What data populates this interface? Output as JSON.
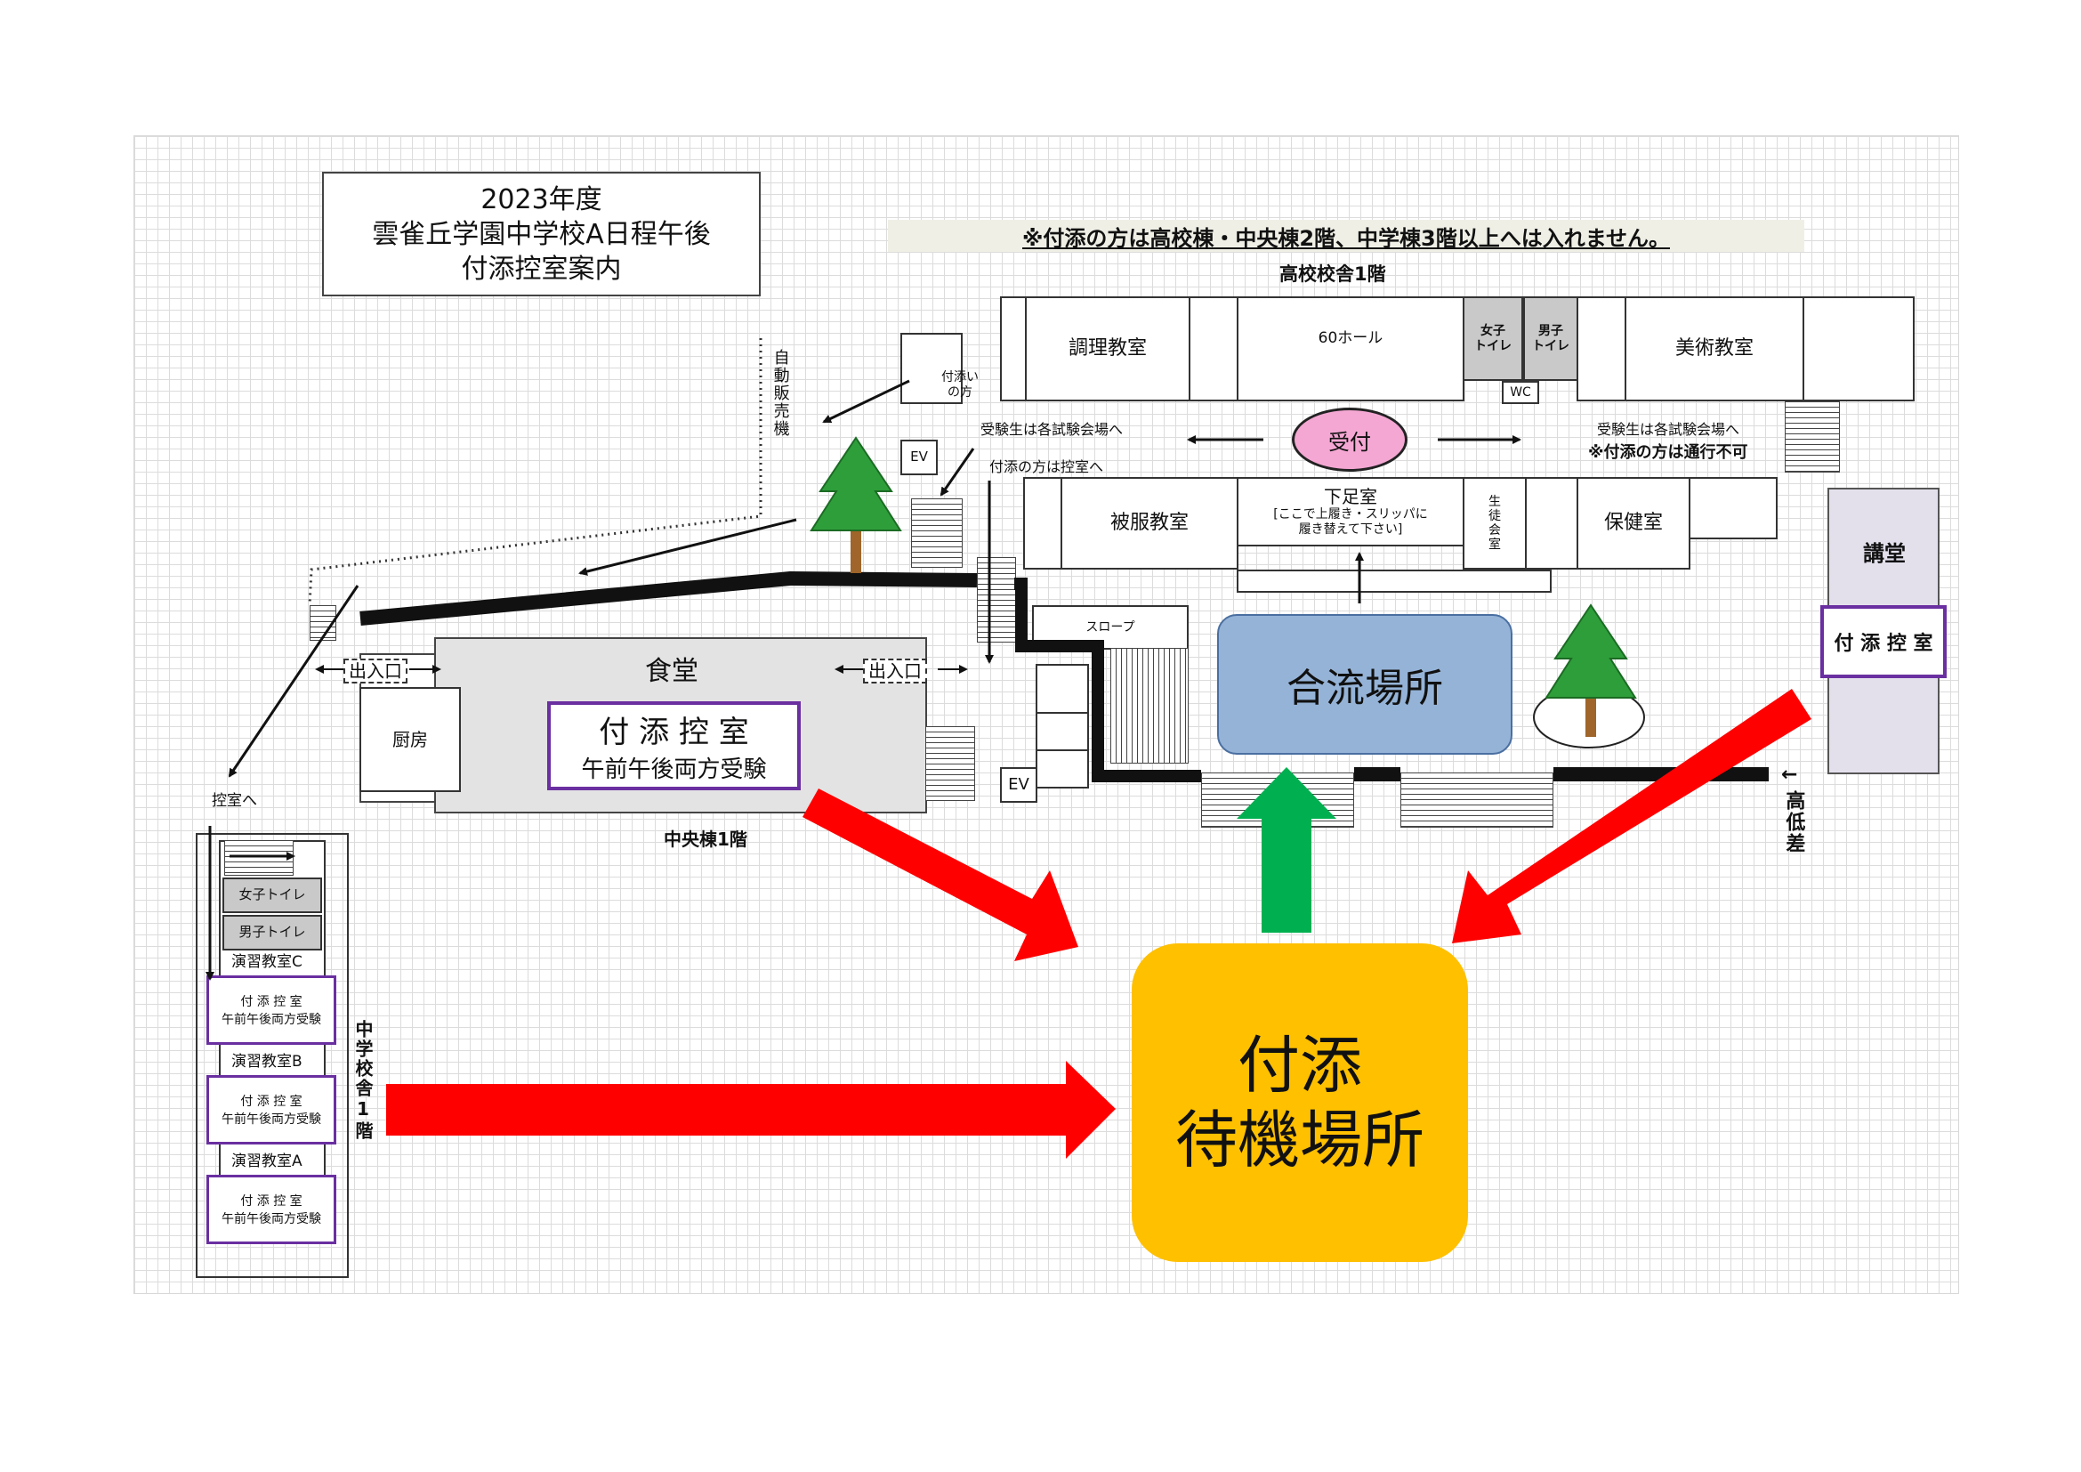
{
  "title": {
    "line1": "2023年度",
    "line2": "雲雀丘学園中学校A日程午後",
    "line3": "付添控室案内"
  },
  "notice": "※付添の方は高校棟・中央棟2階、中学棟3階以上へは入れません。",
  "high_school": {
    "label": "高校校舎1階",
    "rooms": {
      "cooking": "調理教室",
      "hall": "60ホール",
      "girls_toilet": "女子\nトイレ",
      "boys_toilet": "男子\nトイレ",
      "wc": "WC",
      "art": "美術教室",
      "clothing": "被服教室",
      "shoe_room": "下足室",
      "shoe_note": "[ここで上履き・スリッパに\n履き替えて下さい]",
      "student_council": "生\n徒\n会\n室",
      "nurse": "保健室"
    },
    "reception": "受付",
    "note_left": "受験生は各試験会場へ",
    "note_right": "受験生は各試験会場へ",
    "note_no_pass": "※付添の方は通行不可",
    "note_escort_waiting": "付添の方は控室へ",
    "note_escort_small": "付添い\nの方",
    "ev": "EV"
  },
  "central": {
    "label": "中央棟1階",
    "cafeteria": "食堂",
    "kitchen": "厨房",
    "entrance_left": "出入口",
    "entrance_right": "出入口",
    "waiting_title": "付 添 控 室",
    "waiting_sub": "午前午後両方受験",
    "slope": "スロープ",
    "ev": "EV"
  },
  "vending": "自動販売機",
  "auditorium": {
    "label": "講堂",
    "waiting": "付 添 控 室"
  },
  "junior": {
    "label": "中学校舎1階",
    "to_waiting": "控室へ",
    "girls_toilet": "女子トイレ",
    "boys_toilet": "男子トイレ",
    "rooms": [
      {
        "name": "演習教室C",
        "waiting": "付 添 控 室",
        "sub": "午前午後両方受験"
      },
      {
        "name": "演習教室B",
        "waiting": "付 添 控 室",
        "sub": "午前午後両方受験"
      },
      {
        "name": "演習教室A",
        "waiting": "付 添 控 室",
        "sub": "午前午後両方受験"
      }
    ]
  },
  "meeting_point": "合流場所",
  "waiting_area": {
    "line1": "付添",
    "line2": "待機場所"
  },
  "elevation": "高低差",
  "elevation_arrow": "←",
  "colors": {
    "red_arrow": "#ff0000",
    "green_arrow": "#00b050",
    "waiting_area": "#ffc000",
    "meeting": "#95b3d7",
    "reception": "#f4a7d3",
    "purple": "#6a2fa0",
    "tree": "#2e9e3a",
    "trunk": "#a0652a"
  }
}
